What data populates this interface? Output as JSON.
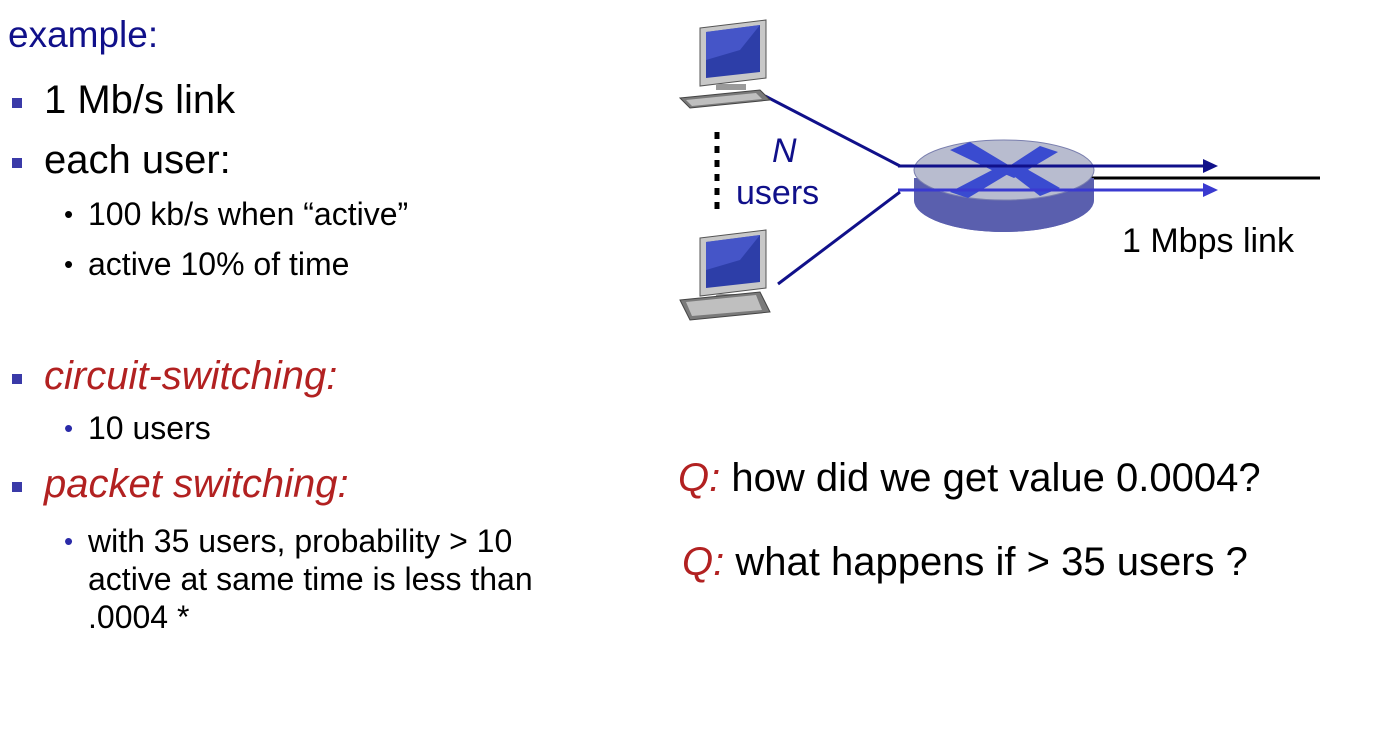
{
  "heading": "example:",
  "bullets_top": [
    {
      "label": "1 Mb/s link"
    },
    {
      "label": "each user:"
    }
  ],
  "user_subitems": [
    "100 kb/s when “active”",
    "active 10% of time"
  ],
  "circuit": {
    "title": "circuit-switching:",
    "sub": "10 users"
  },
  "packet": {
    "title": "packet switching:",
    "sub": "with 35 users, probability > 10 active at same time is less than .0004 *"
  },
  "diagram": {
    "n_label": "N",
    "users_label": "users",
    "link_label": "1 Mbps link",
    "colors": {
      "line": "#10108a",
      "arrow": "#3a3ad0",
      "router_top": "#b8bccf",
      "router_side": "#5a5fae",
      "router_x": "#3a4bd0"
    }
  },
  "questions": [
    {
      "prefix": "Q:",
      "text": " how did we get value 0.0004?"
    },
    {
      "prefix": "Q:",
      "text": " what happens if > 35 users ?"
    }
  ]
}
